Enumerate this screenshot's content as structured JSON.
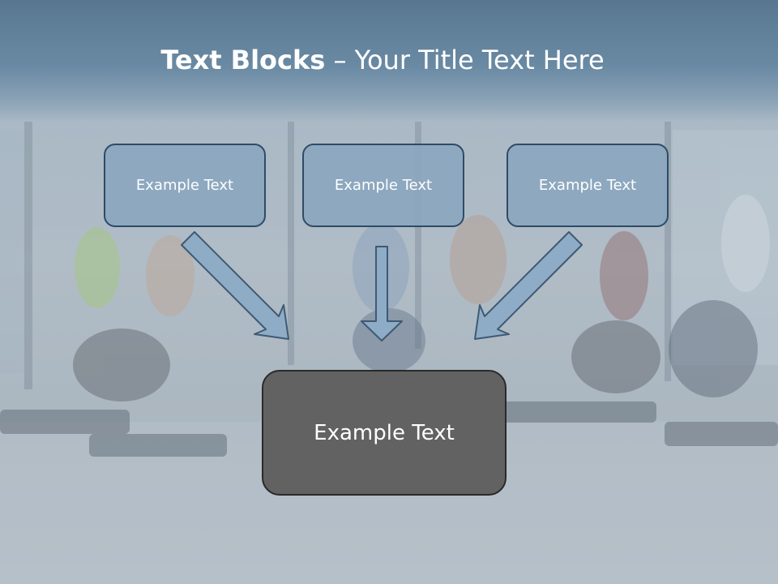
{
  "slide": {
    "title_bold": "Text Blocks",
    "title_dash": "–",
    "title_rest": "Your Title Text Here"
  },
  "blocks": {
    "top": [
      "Example Text",
      "Example Text",
      "Example Text"
    ],
    "bottom": "Example Text"
  },
  "colors": {
    "title_band": "#587690",
    "top_box_fill": "#8aa6be",
    "top_box_border": "#2f4b66",
    "bottom_box_fill": "#626262",
    "arrow_fill": "#8eacc6",
    "arrow_stroke": "#3e5a74"
  },
  "background": {
    "image": "gym-aerobics-class-photo"
  }
}
